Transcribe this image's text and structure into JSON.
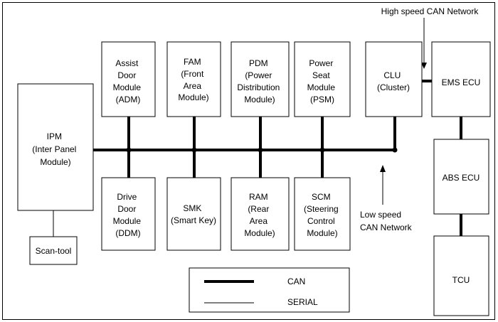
{
  "diagram": {
    "network_labels": {
      "high_speed": "High speed CAN Network",
      "low_speed": [
        "Low speed",
        "CAN Network"
      ]
    },
    "modules": {
      "ipm": [
        "IPM",
        "(Inter Panel",
        "Module)"
      ],
      "scan": [
        "Scan-tool"
      ],
      "adm": [
        "Assist",
        "Door",
        "Module",
        "(ADM)"
      ],
      "fam": [
        "FAM",
        "(Front",
        "Area",
        "Module)"
      ],
      "pdm": [
        "PDM",
        "(Power",
        "Distribution",
        "Module)"
      ],
      "psm": [
        "Power",
        "Seat",
        "Module",
        "(PSM)"
      ],
      "clu": [
        "CLU",
        "(Cluster)"
      ],
      "ems": [
        "EMS ECU"
      ],
      "ddm": [
        "Drive",
        "Door",
        "Module",
        "(DDM)"
      ],
      "smk": [
        "SMK",
        "(Smart Key)"
      ],
      "ram": [
        "RAM",
        "(Rear",
        "Area",
        "Module)"
      ],
      "scm": [
        "SCM",
        "(Steering",
        "Control",
        "Module)"
      ],
      "abs": [
        "ABS ECU"
      ],
      "tcu": [
        "TCU"
      ]
    },
    "legend": {
      "can_label": "CAN",
      "serial_label": "SERIAL"
    }
  }
}
